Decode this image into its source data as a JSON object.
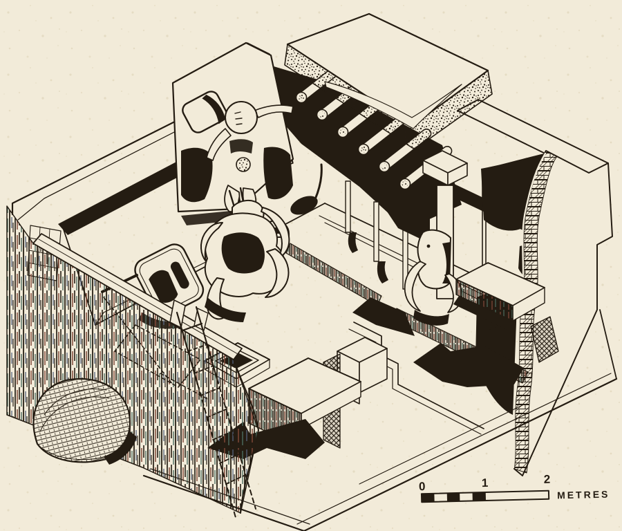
{
  "figure": {
    "description": "Isometric cutaway reconstruction drawing of a prehistoric shrine room, pen-and-ink line art printed on cream paper",
    "elements": [
      "roof-slab",
      "timber-rafters",
      "roof-shadow",
      "relief-figure-panel",
      "porthole-opening",
      "wall-relief-figure",
      "hanging-horn-cluster",
      "bull-head-pillar",
      "right-bench",
      "broken-mudbrick-wall",
      "wall-niche",
      "oven-arch",
      "cutaway-front-wall-section",
      "ladder",
      "dome-oven",
      "hearth-kerb",
      "floor-platform-kerbs",
      "bench-platform",
      "floor-shadows",
      "scale-bar"
    ]
  },
  "palette": {
    "paper": "#f2ebd9",
    "ink": "#241c12",
    "noise_rust": "#7e4636",
    "noise_teal": "#4c6b5e",
    "noise_blue": "#54617a"
  },
  "scale_bar": {
    "ticks": [
      "0",
      "1",
      "2"
    ],
    "unit": "METRES",
    "first_metre_subdivisions": 5
  }
}
